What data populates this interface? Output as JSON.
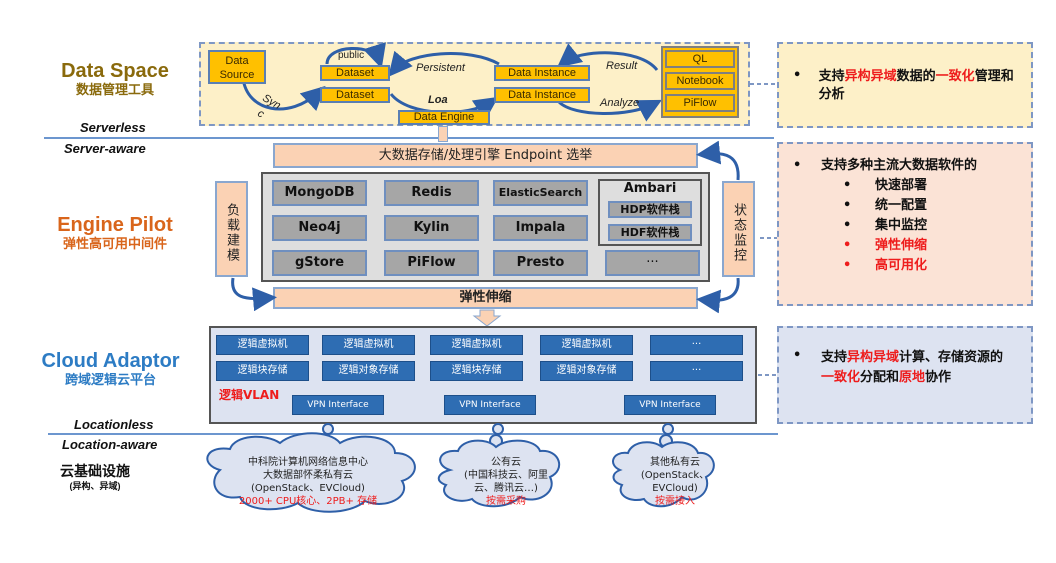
{
  "layers": {
    "data_space": {
      "title": "Data Space",
      "subtitle": "数据管理工具",
      "color": "#8a6a0c"
    },
    "engine_pilot": {
      "title": "Engine Pilot",
      "subtitle": "弹性高可用中间件",
      "color": "#d9651b"
    },
    "cloud_adaptor": {
      "title": "Cloud Adaptor",
      "subtitle": "跨域逻辑云平台",
      "color": "#2d7cc4"
    },
    "infra": {
      "title": "云基础设施",
      "subtitle": "(异构、异域)",
      "color": "#111111"
    }
  },
  "boundaries": {
    "serverless": "Serverless",
    "server_aware": "Server-aware",
    "locationless": "Locationless",
    "location_aware": "Location-aware"
  },
  "data_space": {
    "data_source": [
      "Data",
      "Source"
    ],
    "sync_label": [
      "Syn",
      "c"
    ],
    "public_label": "public",
    "datasets": [
      "Dataset",
      "Dataset"
    ],
    "persistent_label": "Persistent",
    "load_label": "Loa",
    "data_engine": "Data Engine",
    "data_instances": [
      "Data Instance",
      "Data Instance"
    ],
    "result_label": "Result",
    "analyze_label": "Analyze",
    "tools": [
      "QL",
      "Notebook",
      "PiFlow"
    ]
  },
  "engine_pilot": {
    "endpoint_bar": "大数据存储/处理引擎 Endpoint 选举",
    "left_side": "负载建模",
    "right_side": "状态监控",
    "bottom_bar": "弹性伸缩",
    "engines": [
      [
        "MongoDB",
        "Redis",
        "ElasticSearch"
      ],
      [
        "Neo4j",
        "Kylin",
        "Impala"
      ],
      [
        "gStore",
        "PiFlow",
        "Presto"
      ]
    ],
    "ambari": {
      "title": "Ambari",
      "stacks": [
        "HDP软件栈",
        "HDF软件栈"
      ]
    },
    "more": "···"
  },
  "cloud_adaptor": {
    "row1": [
      "逻辑虚拟机",
      "逻辑虚拟机",
      "逻辑虚拟机",
      "逻辑虚拟机",
      "···"
    ],
    "row2": [
      "逻辑块存储",
      "逻辑对象存储",
      "逻辑块存储",
      "逻辑对象存储",
      "···"
    ],
    "vlan_label": "逻辑VLAN",
    "vpn": [
      "VPN Interface",
      "VPN Interface",
      "VPN Interface"
    ]
  },
  "clouds": [
    {
      "lines": [
        "中科院计算机网络信息中心",
        "大数据部怀柔私有云",
        "(OpenStack、EVCloud)"
      ],
      "highlight": "2000+ CPU核心、2PB+ 存储"
    },
    {
      "lines": [
        "公有云",
        "(中国科技云、阿里",
        "云、腾讯云…)"
      ],
      "highlight": "按需采购"
    },
    {
      "lines": [
        "其他私有云",
        "(OpenStack、",
        "EVCloud)"
      ],
      "highlight": "按需接入"
    }
  ],
  "notes": {
    "data_space": {
      "parts": [
        [
          "支持",
          ""
        ],
        [
          "异构异域",
          "red"
        ],
        [
          "数据的",
          ""
        ],
        [
          "一致化",
          "red"
        ],
        [
          "管理和分析",
          ""
        ]
      ],
      "bg": "#fdf0c8"
    },
    "engine_pilot": {
      "lead": "支持多种主流大数据软件的",
      "items": [
        {
          "text": "快速部署",
          "red": false
        },
        {
          "text": "统一配置",
          "red": false
        },
        {
          "text": "集中监控",
          "red": false
        },
        {
          "text": "弹性伸缩",
          "red": true
        },
        {
          "text": "高可用化",
          "red": true
        }
      ],
      "bg": "#fbe3d6"
    },
    "cloud_adaptor": {
      "parts": [
        [
          "支持",
          ""
        ],
        [
          "异构异域",
          "red"
        ],
        [
          "计算、存储资源的",
          ""
        ],
        [
          "一致化",
          "red"
        ],
        [
          "分配和",
          ""
        ],
        [
          "原地",
          "red"
        ],
        [
          "协作",
          ""
        ]
      ],
      "bg": "#dde3f1"
    }
  }
}
